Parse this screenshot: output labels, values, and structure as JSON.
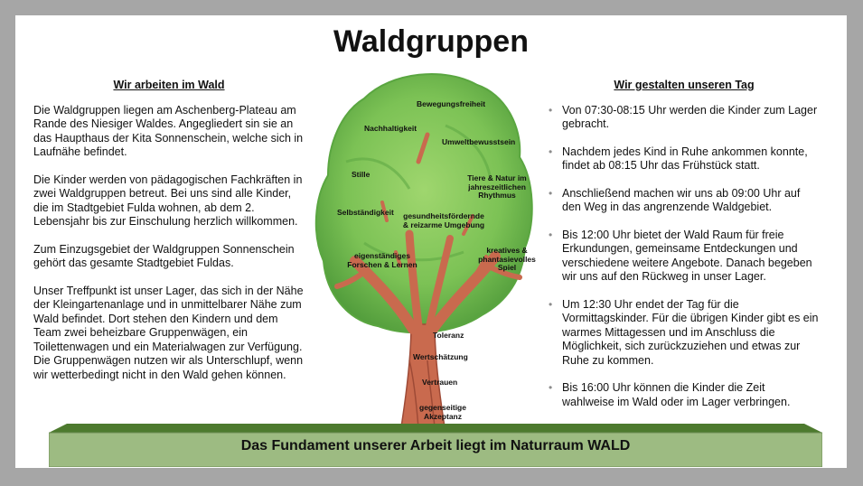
{
  "title": "Waldgruppen",
  "left": {
    "heading": "Wir arbeiten im Wald",
    "paragraphs": [
      "Die Waldgruppen liegen am Aschenberg-Plateau am Rande des Niesiger Waldes.  Angegliedert sin sie an das Haupthaus der Kita Sonnenschein, welche sich in Laufnähe befindet.",
      "Die Kinder werden von pädagogischen Fachkräften in zwei Waldgruppen betreut. Bei uns sind alle Kinder, die im Stadtgebiet Fulda wohnen, ab dem 2. Lebensjahr bis zur Einschulung herzlich willkommen.",
      "Zum Einzugsgebiet der Waldgruppen Sonnenschein gehört das gesamte Stadtgebiet Fuldas.",
      "Unser Treffpunkt ist unser Lager, das sich in der Nähe der Kleingartenanlage und in unmittelbarer Nähe zum Wald befindet. Dort stehen den Kindern und dem Team zwei beheizbare Gruppenwägen, ein Toilettenwagen und ein Materialwagen zur Verfügung.",
      "Die Gruppenwägen nutzen wir als Unterschlupf, wenn wir wetterbedingt nicht in den Wald gehen können."
    ]
  },
  "right": {
    "heading": "Wir gestalten unseren Tag",
    "items": [
      "Von 07:30-08:15 Uhr werden die Kinder zum Lager gebracht.",
      "Nachdem jedes Kind in Ruhe ankommen konnte, findet ab 08:15 Uhr das Frühstück statt.",
      "Anschließend machen wir uns ab 09:00 Uhr auf den Weg in das angrenzende Waldgebiet.",
      "Bis 12:00 Uhr bietet der Wald Raum für freie Erkundungen, gemeinsame Entdeckungen und verschiedene weitere Angebote. Danach begeben wir uns auf den Rückweg in unser Lager.",
      "Um 12:30 Uhr endet der Tag für die Vormittagskinder. Für die übrigen Kinder gibt es ein warmes Mittagessen und im Anschluss die Möglichkeit, sich zurückzuziehen und etwas zur Ruhe zu kommen.",
      "Bis 16:00 Uhr können die Kinder die Zeit wahlweise im Wald oder im Lager verbringen."
    ],
    "bullet": "•"
  },
  "tree": {
    "labels": {
      "bewegungsfreiheit": "Bewegungsfreiheit",
      "nachhaltigkeit": "Nachhaltigkeit",
      "umweltbewusstsein": "Umweltbewusstsein",
      "stille": "Stille",
      "tiere_natur": "Tiere & Natur im jahreszeitlichen Rhythmus",
      "selbststaendigkeit": "Selbständigkeit",
      "gesundheit": "gesundheitsfördernde & reizarme Umgebung",
      "kreatives": "kreatives & phantasievolles Spiel",
      "eigenstaendiges": "eigenständiges Forschen & Lernen",
      "toleranz": "Toleranz",
      "wertschaetzung": "Wertschätzung",
      "vertrauen": "Vertrauen",
      "akzeptanz": "gegenseitige Akzeptanz"
    },
    "colors": {
      "crown": "#7cc255",
      "crown_dark": "#4f9a3a",
      "trunk": "#c96a4e",
      "trunk_dark": "#9e4a36"
    }
  },
  "footer": {
    "text": "Das Fundament unserer Arbeit liegt im Naturraum WALD",
    "color": "#9dbb82",
    "top_color": "#4d7a2e"
  }
}
